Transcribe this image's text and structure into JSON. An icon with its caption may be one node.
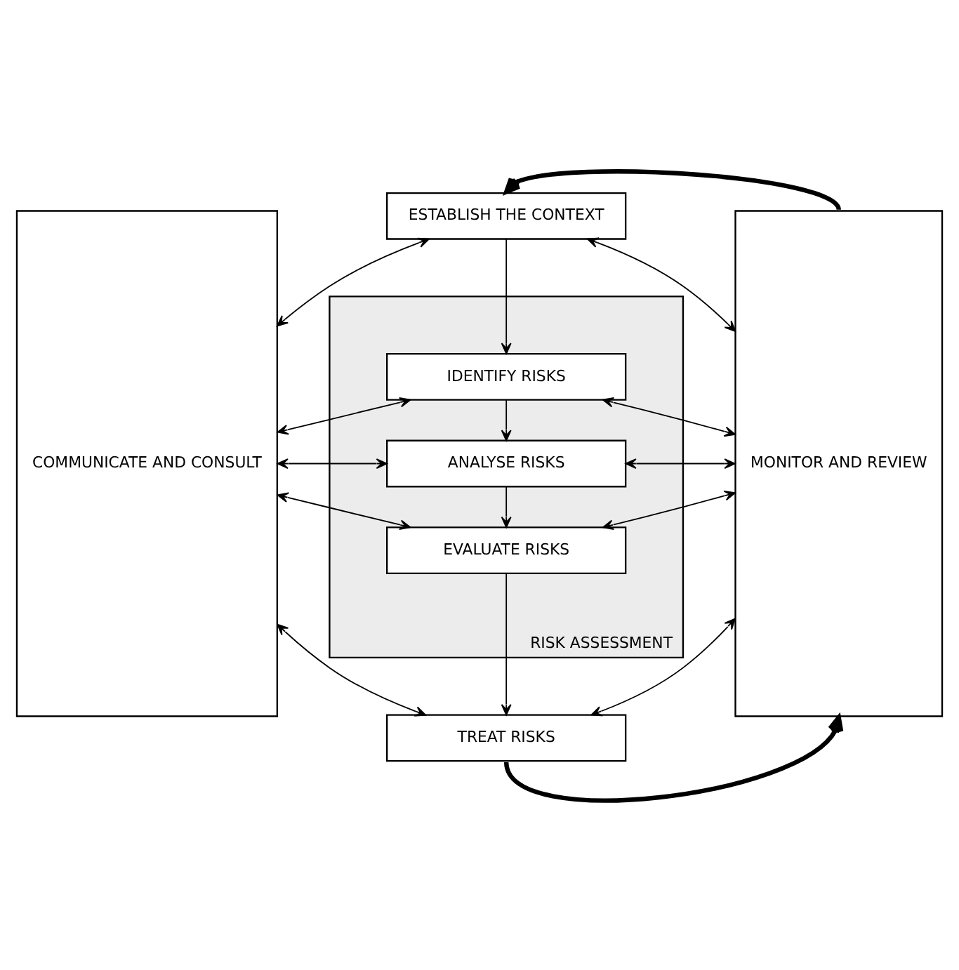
{
  "diagram": {
    "nodes": [
      {
        "text": [
          "COMMUNICATE AND CONSULT"
        ]
      },
      {
        "text": [
          "ESTABLISH THE CONTEXT"
        ]
      },
      {
        "text": [
          "RISK ASSESSMENT"
        ]
      },
      {
        "text": [
          "IDENTIFY RISKS"
        ],
        "in": 2
      },
      {
        "text": [
          "ANALYSE RISKS"
        ],
        "in": 2
      },
      {
        "text": [
          "EVALUATE RISKS"
        ],
        "in": 2
      },
      {
        "text": [
          "TREAT RISKS"
        ]
      },
      {
        "text": [
          "MONITOR AND REVIEW"
        ]
      }
    ],
    "edges": [
      {
        "from": 0,
        "to": 1,
        "arrow": "both"
      },
      {
        "from": 1,
        "to": 7,
        "arrow": "both"
      },
      {
        "from": 1,
        "to": 3,
        "arrow": "to"
      },
      {
        "from": 0,
        "to": 3,
        "arrow": "both"
      },
      {
        "from": 3,
        "to": 7,
        "arrow": "both"
      },
      {
        "from": 3,
        "to": 4,
        "arrow": "to"
      },
      {
        "from": 0,
        "to": 4,
        "arrow": "both"
      },
      {
        "from": 4,
        "to": 7,
        "arrow": "both"
      },
      {
        "from": 4,
        "to": 5,
        "arrow": "to"
      },
      {
        "from": 0,
        "to": 5,
        "arrow": "both"
      },
      {
        "from": 5,
        "to": 7,
        "arrow": "both"
      },
      {
        "from": 5,
        "to": 6,
        "arrow": "to"
      },
      {
        "from": 0,
        "to": 6,
        "arrow": "both"
      },
      {
        "from": 6,
        "to": 7,
        "arrow": "both"
      },
      {
        "from": 6,
        "to": 7,
        "arrow": "to",
        "style": "thick"
      },
      {
        "from": 7,
        "to": 1,
        "arrow": "to",
        "style": "thick"
      }
    ]
  }
}
